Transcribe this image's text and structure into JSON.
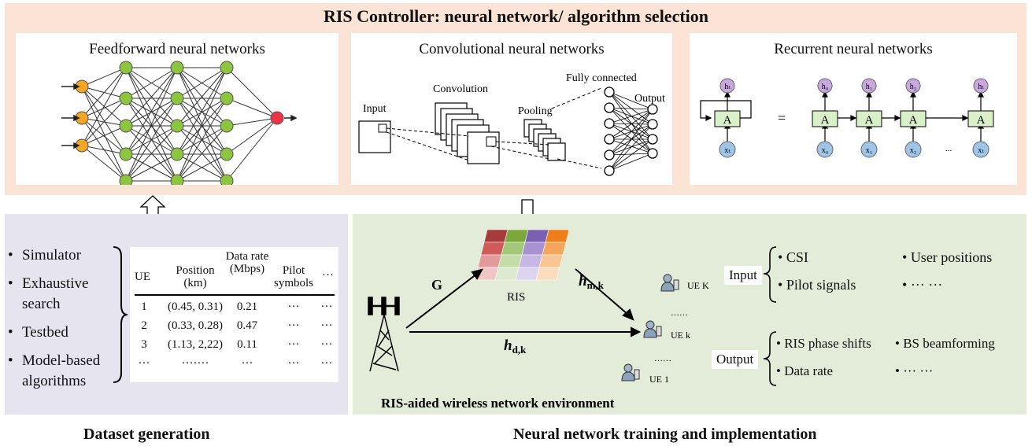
{
  "top": {
    "title": "RIS Controller: neural network/ algorithm selection"
  },
  "boxes": {
    "ffnn": {
      "title": "Feedforward neural networks"
    },
    "cnn": {
      "title": "Convolutional neural networks",
      "labels": {
        "input": "Input",
        "convolution": "Convolution",
        "pooling": "Pooling",
        "fully_connected": "Fully connected",
        "output": "Output"
      }
    },
    "rnn": {
      "title": "Recurrent neural networks",
      "cell": "A",
      "equals": "=",
      "ellipsis": "...",
      "h_labels": [
        "hₜ",
        "h₀",
        "h₁",
        "h₂",
        "hₜ"
      ],
      "x_labels": [
        "xₜ",
        "x₀",
        "x₁",
        "x₂",
        "xₜ"
      ]
    }
  },
  "dataset": {
    "caption": "Dataset generation",
    "sources": [
      "Simulator",
      "Exhaustive search",
      "Testbed",
      "Model-based algorithms"
    ],
    "table": {
      "headers": [
        "UE",
        "Position (km)",
        "Data rate (Mbps)",
        "Pilot symbols",
        "···"
      ],
      "rows": [
        [
          "1",
          "(0.45, 0.31)",
          "0.21",
          "···",
          "···"
        ],
        [
          "2",
          "(0.33, 0.28)",
          "0.47",
          "···",
          "···"
        ],
        [
          "3",
          "(1.13, 2,22)",
          "0.11",
          "···",
          "···"
        ],
        [
          "···",
          "·······",
          "···",
          "···",
          "···"
        ]
      ]
    }
  },
  "training": {
    "caption": "Neural network training and implementation",
    "env_label": "RIS-aided wireless network environment",
    "ris_label": "RIS",
    "G": "G",
    "h_mk": {
      "main": "h",
      "sub": "m,k"
    },
    "h_dk": {
      "main": "h",
      "sub": "d,k"
    },
    "ue_labels": [
      "UE K",
      "UE k",
      "UE 1"
    ],
    "dots": [
      "……",
      "……"
    ],
    "input": {
      "label": "Input",
      "items": [
        "CSI",
        "User positions",
        "Pilot signals",
        "··· ···"
      ]
    },
    "output": {
      "label": "Output",
      "items": [
        "RIS phase shifts",
        "BS beamforming",
        "Data rate",
        "··· ···"
      ]
    }
  },
  "colors": {
    "orange_node": "#f5a623",
    "green_node": "#8cc63f",
    "red_node": "#ee3344",
    "purple_h": "#c9a8e0",
    "blue_x": "#9ec5e8",
    "cell_green": "#d9f0c8"
  }
}
